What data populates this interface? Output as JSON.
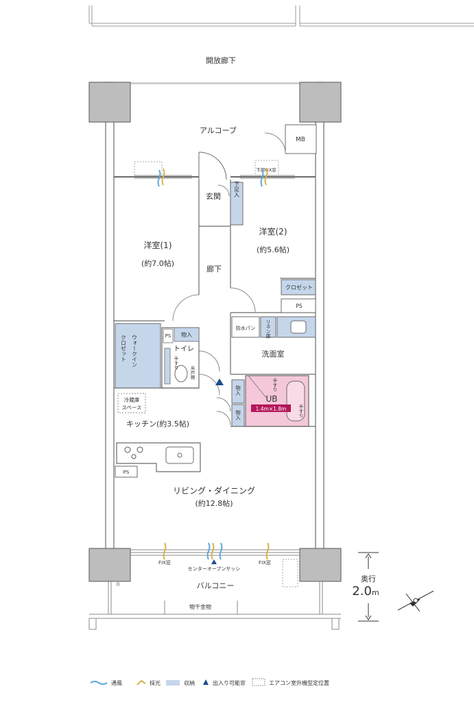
{
  "labels": {
    "corridor": "開放廊下",
    "alcove": "アルコーブ",
    "mb": "MB",
    "entrance": "玄関",
    "shoe_storage": "下足入",
    "fix_window_top": "下部FIX窓",
    "room1": "洋室(1)",
    "room1_size": "(約7.0帖)",
    "room2": "洋室(2)",
    "room2_size": "(約5.6帖)",
    "hallway": "廊下",
    "closet": "クロゼット",
    "ps": "PS",
    "storage": "物入",
    "walkin": "ウォークイン",
    "walkin_closet": "クロゼット",
    "toilet": "トイレ",
    "handrail": "手すり",
    "shelf": "吊戸棚",
    "waterproof_pan": "防水パン",
    "linen": "リネン庫",
    "washroom": "洗面室",
    "fridge_1": "冷蔵庫",
    "fridge_2": "スペース",
    "kitchen": "キッチン(約3.5帖)",
    "ub": "UB",
    "ub_size": "1.4m×1.8m",
    "living": "リビング・ダイニング",
    "living_size": "(約12.8帖)",
    "fix_window": "FIX窓",
    "center_sash": "センターオープンサッシ",
    "balcony": "バルコニー",
    "clothes_hanger": "物干金物",
    "depth_label": "奥行",
    "depth_value": "2.0",
    "depth_unit": "m"
  },
  "legend": [
    {
      "label": "通風",
      "icon": "ventilation-icon",
      "color": "#5fa8d8"
    },
    {
      "label": "採光",
      "icon": "daylight-icon",
      "color": "#d6b24a"
    },
    {
      "label": "収納",
      "icon": "storage-icon",
      "color": "#b8cce4"
    },
    {
      "label": "出入り可能窓",
      "icon": "door-window-icon",
      "color": "#1a4d8c"
    },
    {
      "label": "エアコン室外機型定位置",
      "icon": "aircon-outdoor-icon",
      "color": "#999999"
    }
  ],
  "colors": {
    "wall": "#bdbdbd",
    "storage": "#c5d6eb",
    "bath": "#f4c7d9",
    "bath_label": "#b4175a",
    "line": "#6b6b6b"
  }
}
